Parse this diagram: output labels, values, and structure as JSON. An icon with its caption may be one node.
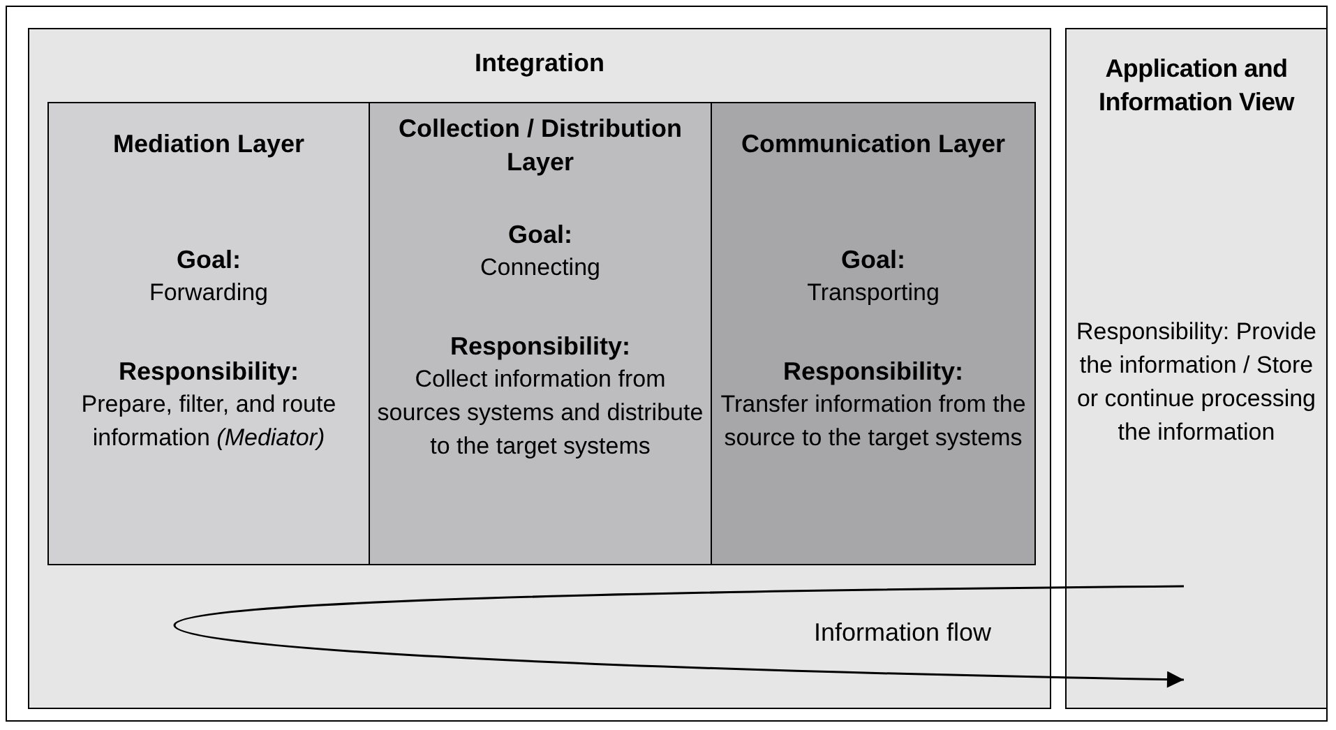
{
  "diagram": {
    "nodes": [
      {
        "text": [
          "Integration"
        ]
      },
      {
        "text": [
          "Mediation Layer",
          "Goal:",
          "Forwarding",
          "Responsibility:",
          "Prepare, filter, and route information *(Mediator)*"
        ],
        "in": 0
      },
      {
        "text": [
          "Collection / Distribution Layer",
          "Goal:",
          "Connecting",
          "Responsibility:",
          "Collect information from sources systems and distribute to the target systems"
        ],
        "in": 0
      },
      {
        "text": [
          "Communication Layer",
          "Goal:",
          "Transporting",
          "Responsibility:",
          "Transfer information from the source to the target systems"
        ],
        "in": 0
      },
      {
        "text": [
          "Application and Information View",
          "Responsibility: Provide the information / Store or continue processing the information"
        ]
      }
    ],
    "labels": [
      "Information flow"
    ]
  }
}
